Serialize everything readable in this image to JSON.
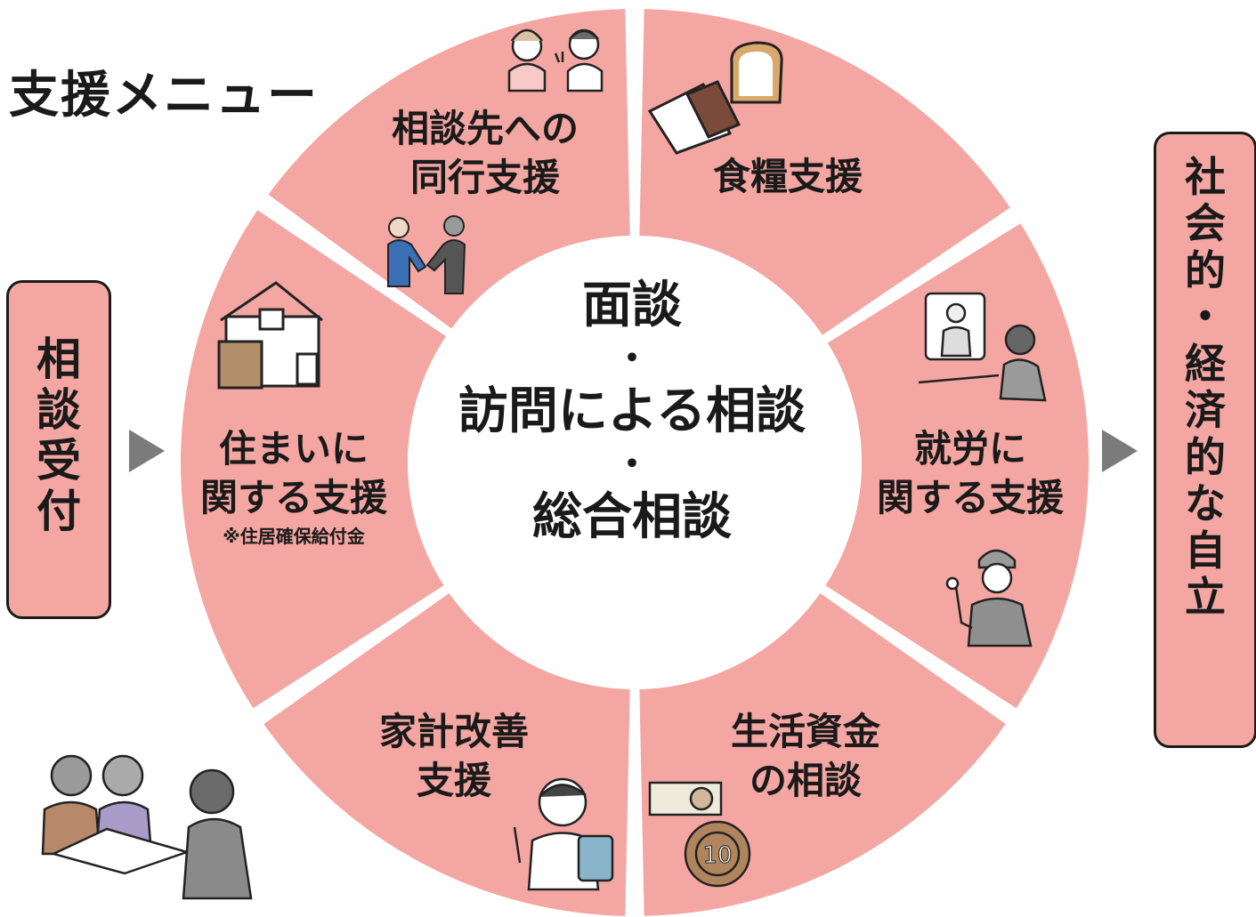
{
  "title": "支援メニュー",
  "intake": [
    "相",
    "談",
    "受",
    "付"
  ],
  "goal": [
    "社",
    "会",
    "的",
    "・",
    "経",
    "済",
    "的",
    "な",
    "自",
    "立"
  ],
  "center": {
    "line1": "面談",
    "sep1": "・",
    "line2": "訪問による相談",
    "sep2": "・",
    "line3": "総合相談"
  },
  "segments": {
    "accompany": [
      "相談先への",
      "同行支援"
    ],
    "food": [
      "食糧支援"
    ],
    "work": [
      "就労に",
      "関する支援"
    ],
    "funds": [
      "生活資金",
      "の相談"
    ],
    "household": [
      "家計改善",
      "支援"
    ],
    "housing": [
      "住まいに",
      "関する支援"
    ],
    "housing_note": "※住居確保給付金"
  },
  "coin_value": "10",
  "colors": {
    "segment": "#f4a6a2",
    "outline": "#1a1a1a",
    "arrow": "#7b7b7b",
    "center": "#ffffff"
  },
  "icons": [
    "people-greeting-icon",
    "bread-chocolate-icon",
    "handshake-icon",
    "house-icon",
    "online-interview-icon",
    "mechanic-icon",
    "calculator-person-icon",
    "money-coin-icon",
    "family-consultation-icon"
  ]
}
